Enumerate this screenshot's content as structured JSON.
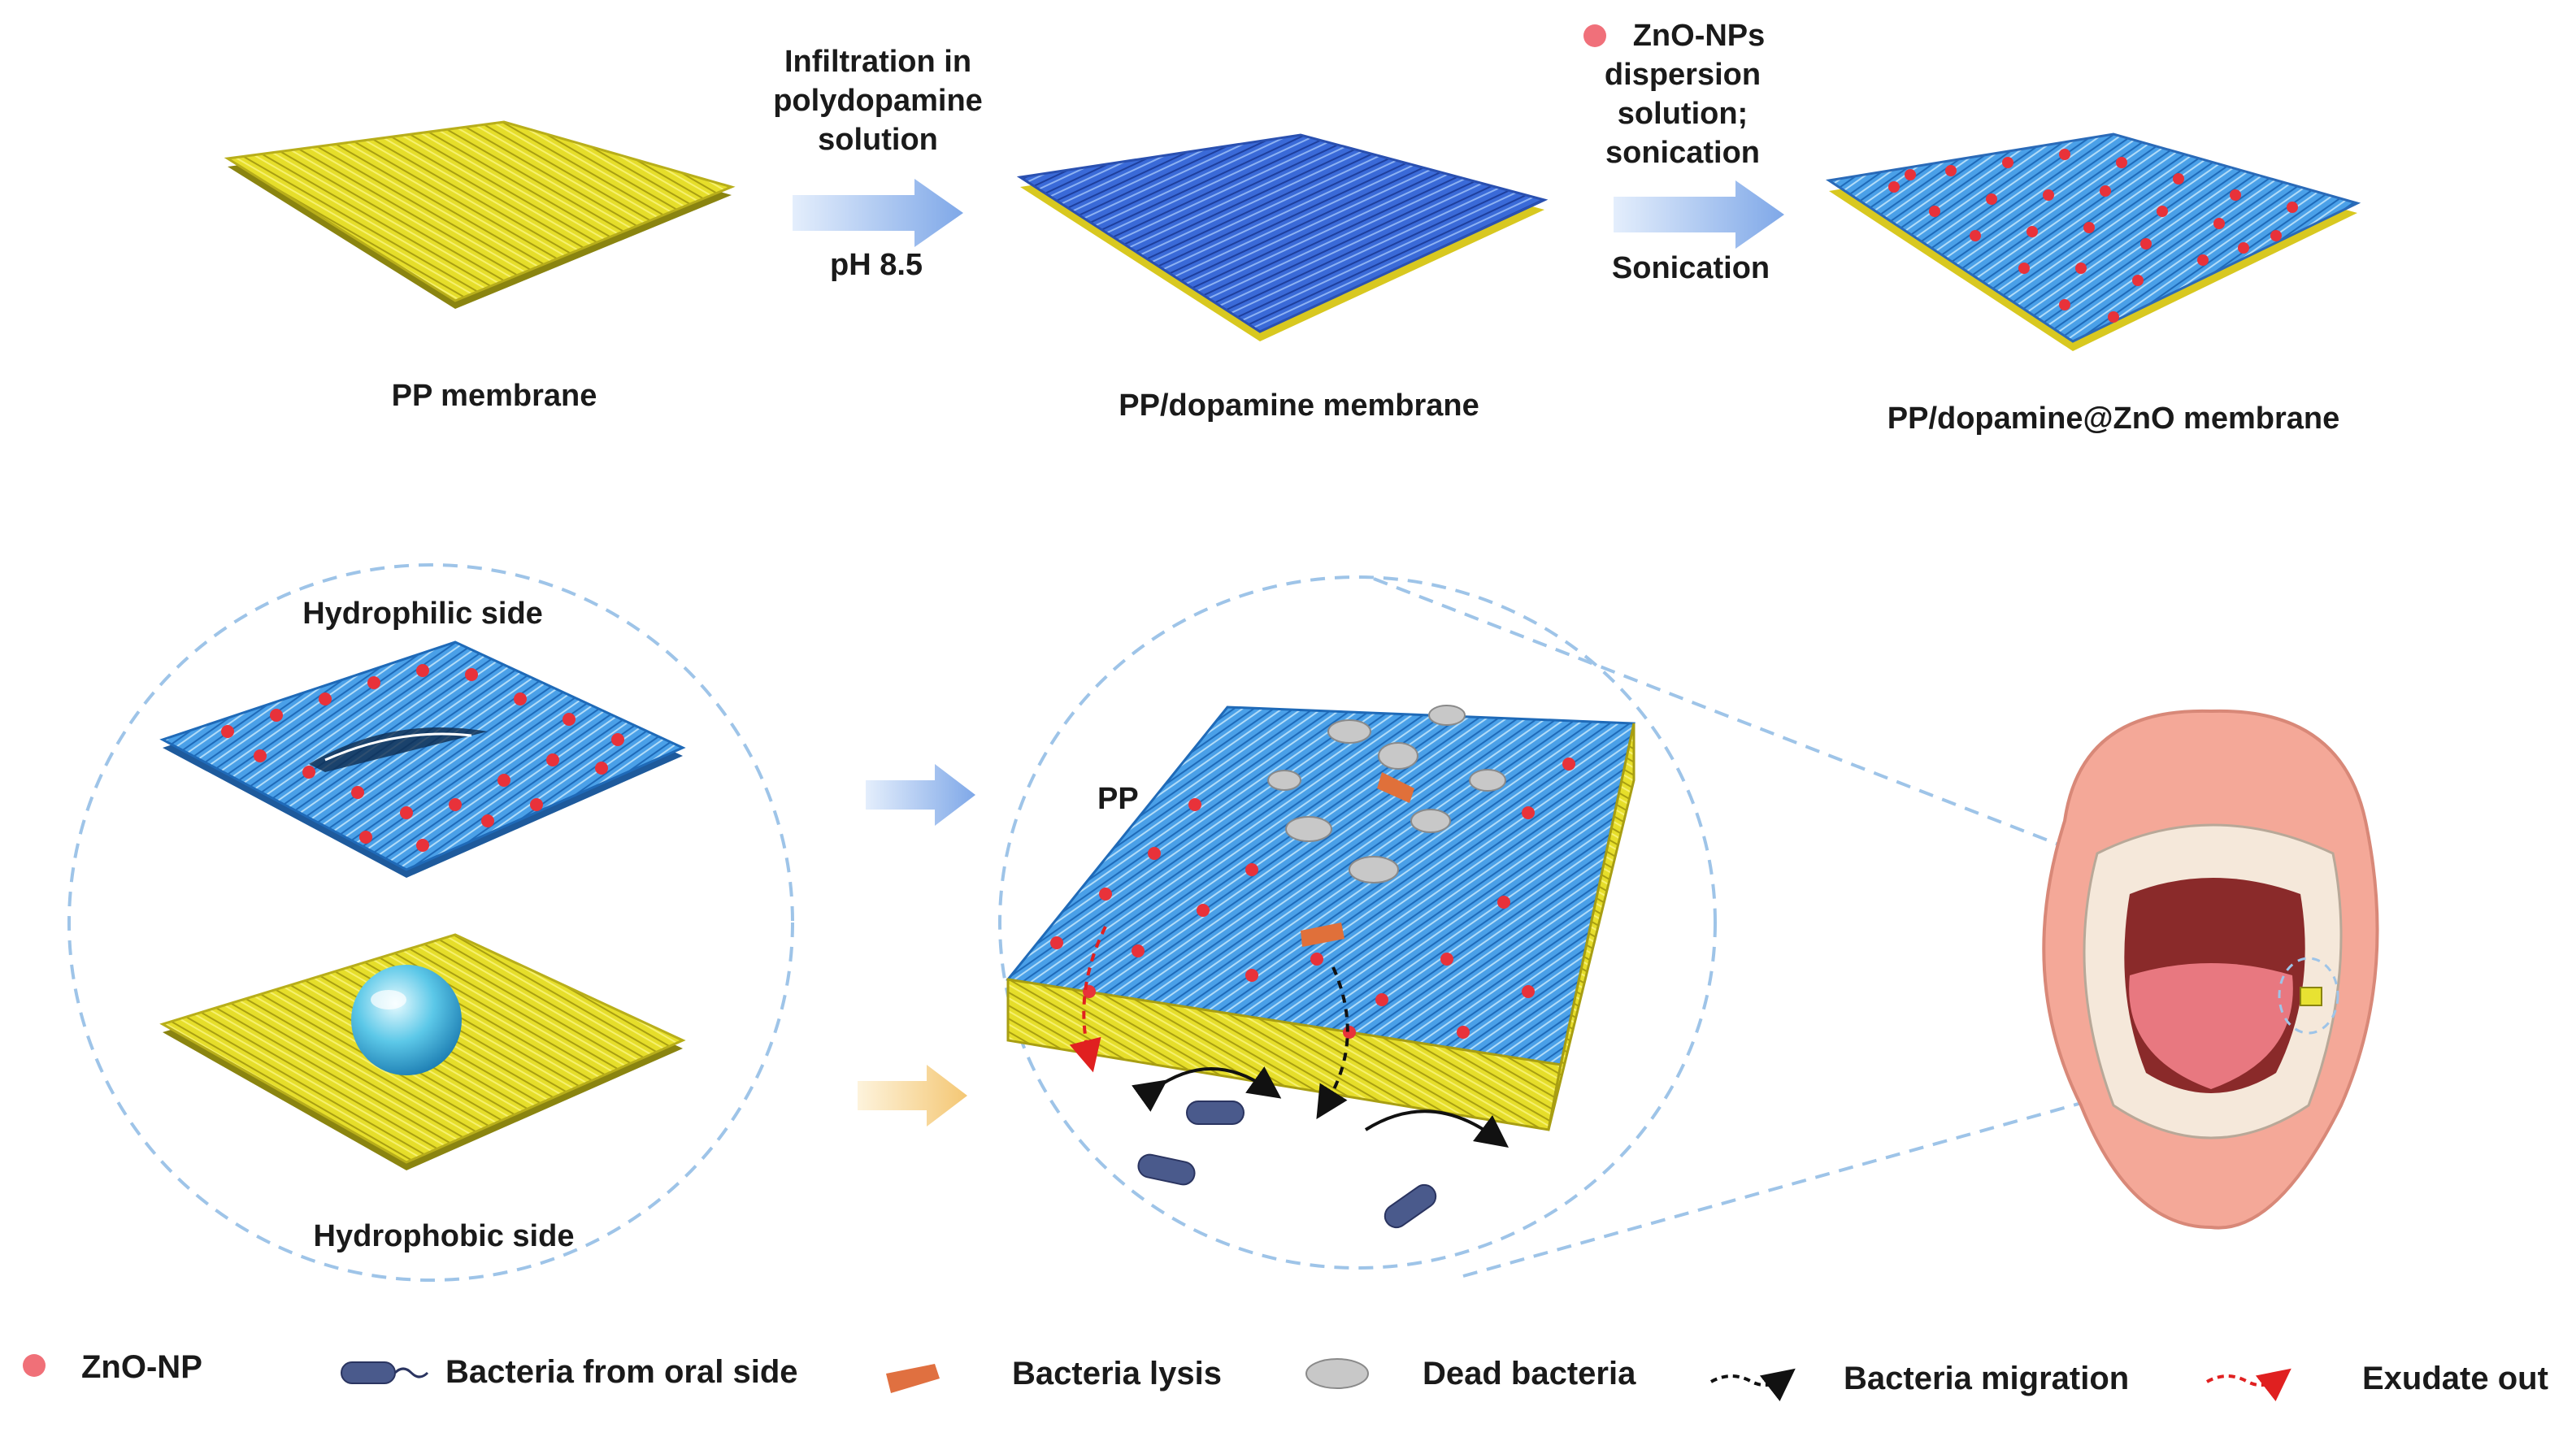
{
  "top_row": {
    "membranes": [
      {
        "label": "PP membrane",
        "color": "#e8e232"
      },
      {
        "label": "PP/dopamine membrane",
        "color": "#3a6ad8"
      },
      {
        "label": "PP/dopamine@ZnO membrane",
        "color": "#4a8ee0"
      }
    ],
    "step1": {
      "lines": [
        "Infiltration in",
        "polydopamine",
        "solution"
      ],
      "condition": "pH 8.5"
    },
    "step2": {
      "lines": [
        "ZnO-NPs",
        "dispersion",
        "solution;",
        "sonication"
      ],
      "condition": "Sonication"
    }
  },
  "bottom_row": {
    "hydrophilic_label": "Hydrophilic side",
    "hydrophobic_label": "Hydrophobic side",
    "pp_label": "PP"
  },
  "legend": [
    {
      "label": "ZnO-NP",
      "icon": "zno-np-icon"
    },
    {
      "label": "Bacteria from oral side",
      "icon": "bacteria-icon"
    },
    {
      "label": "Bacteria lysis",
      "icon": "bacteria-lysis-icon"
    },
    {
      "label": "Dead bacteria",
      "icon": "dead-bacteria-icon"
    },
    {
      "label": "Bacteria migration",
      "icon": "migration-arrow-icon"
    },
    {
      "label": "Exudate out",
      "icon": "exudate-arrow-icon"
    }
  ],
  "colors": {
    "pp_yellow": "#e8e232",
    "dopamine_blue": "#3a6ad8",
    "fiber_blue": "#4aa0e8",
    "zno_red": "#e8323a",
    "dashed_circle": "#9ec4e8",
    "arrow_blue": "#9cc0ee",
    "arrow_orange": "#f6d08a"
  }
}
